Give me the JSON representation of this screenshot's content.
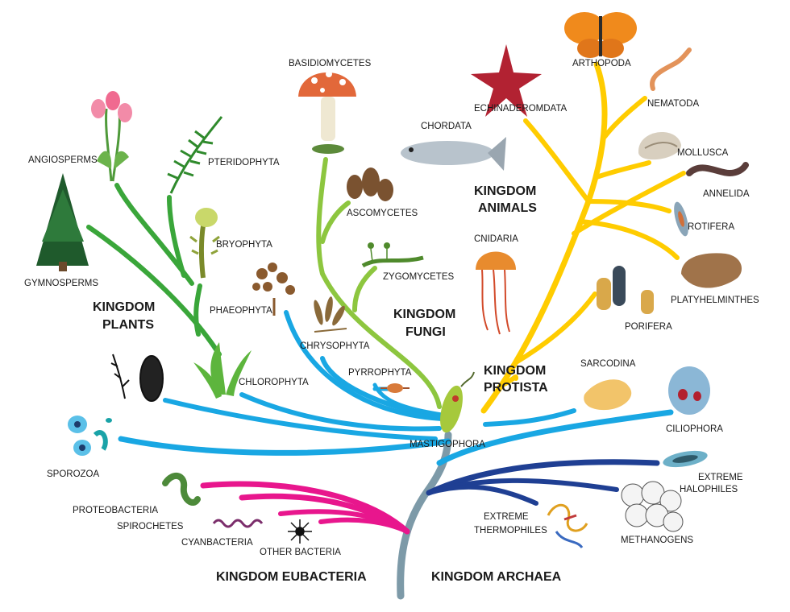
{
  "colors": {
    "trunk": "#7d9aa8",
    "eubacteria": "#e8168d",
    "archaea": "#1f3f93",
    "protista": "#19a7e3",
    "plants": "#3aa63a",
    "fungi": "#8dc63f",
    "animals": "#ffcc00"
  },
  "kingdoms": {
    "eubacteria": "KINGDOM EUBACTERIA",
    "archaea": "KINGDOM ARCHAEA",
    "plants_l1": "KINGDOM",
    "plants_l2": "PLANTS",
    "fungi_l1": "KINGDOM",
    "fungi_l2": "FUNGI",
    "animals_l1": "KINGDOM",
    "animals_l2": "ANIMALS",
    "protista_l1": "KINGDOM",
    "protista_l2": "PROTISTA"
  },
  "labels": {
    "angiosperms": "ANGIOSPERMS",
    "pteridophyta": "PTERIDOPHYTA",
    "gymnosperms": "GYMNOSPERMS",
    "bryophyta": "BRYOPHYTA",
    "phaeophyta": "PHAEOPHYTA",
    "chrysophyta": "CHRYSOPHYTA",
    "chlorophyta": "CHLOROPHYTA",
    "pyrrophyta": "PYRROPHYTA",
    "sporozoa": "SPOROZOA",
    "mastigophora": "MASTIGOPHORA",
    "basidiomycetes": "BASIDIOMYCETES",
    "ascomycetes": "ASCOMYCETES",
    "zygomycetes": "ZYGOMYCETES",
    "chordata": "CHORDATA",
    "echinaderomdata": "ECHINADEROMDATA",
    "arthopoda": "ARTHOPODA",
    "nematoda": "NEMATODA",
    "mollusca": "MOLLUSCA",
    "annelida": "ANNELIDA",
    "rotifera": "ROTIFERA",
    "platyhelminthes": "PLATYHELMINTHES",
    "porifera": "PORIFERA",
    "cnidaria": "CNIDARIA",
    "sarcodina": "SARCODINA",
    "ciliophora": "CILIOPHORA",
    "extreme_halophiles_l1": "EXTREME",
    "extreme_halophiles_l2": "HALOPHILES",
    "methanogens": "METHANOGENS",
    "extreme_thermophiles_l1": "EXTREME",
    "extreme_thermophiles_l2": "THERMOPHILES",
    "proteobacteria": "PROTEOBACTERIA",
    "spirochetes": "SPIROCHETES",
    "cyanbacteria": "CYANBACTERIA",
    "other_bacteria": "OTHER BACTERIA"
  }
}
